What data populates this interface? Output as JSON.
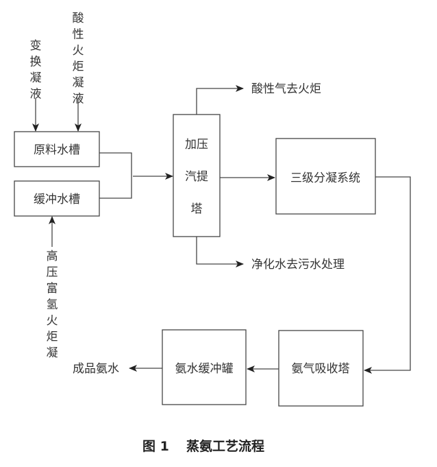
{
  "nodes": {
    "raw_water_tank": "原料水槽",
    "buffer_water_tank": "缓冲水槽",
    "stripper_line1": "加压",
    "stripper_line2": "汽提",
    "stripper_line3": "塔",
    "condensation_system": "三级分凝系统",
    "ammonia_absorber": "氨气吸收塔",
    "ammonia_water_buffer_tank": "氨水缓冲罐"
  },
  "inputs": {
    "shift_condensate": [
      "变",
      "换",
      "凝",
      "液"
    ],
    "acid_flare_condensate": [
      "酸",
      "性",
      "火",
      "炬",
      "凝",
      "液"
    ],
    "hp_hydrogen_flare_condensate": [
      "高",
      "压",
      "富",
      "氢",
      "火",
      "炬",
      "凝"
    ]
  },
  "outputs": {
    "acid_gas": "酸性气去火炬",
    "purified_water": "净化水去污水处理",
    "product": "成品氨水"
  },
  "caption": {
    "figure_no": "图 1",
    "title": "蒸氨工艺流程"
  }
}
